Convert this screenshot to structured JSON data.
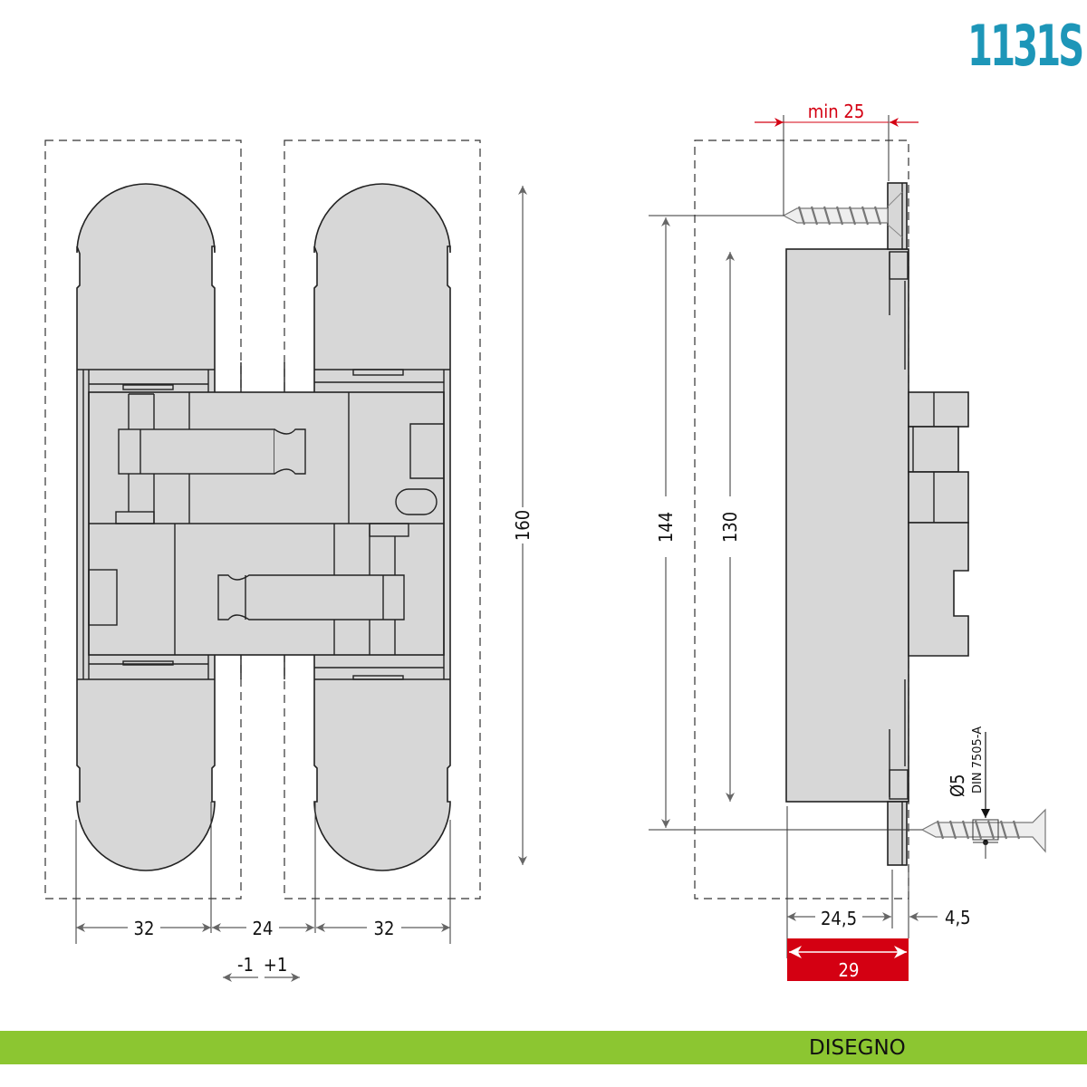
{
  "logo": "1131S",
  "footer": {
    "label": "DISEGNO"
  },
  "colors": {
    "accent": "#1d96b8",
    "footer": "#8cc631",
    "highlight": "#d40012",
    "part": "#d7d7d7"
  },
  "front_view": {
    "height": "160",
    "widths": [
      "32",
      "24",
      "32"
    ],
    "adjust_minus": "-1",
    "adjust_plus": "+1"
  },
  "side_view": {
    "min_depth": "min 25",
    "screw_spacing": "144",
    "body_length": "130",
    "body_depth": "24,5",
    "plate_thickness": "4,5",
    "total_depth": "29",
    "screw_diameter": "Ø5",
    "screw_standard": "DIN 7505-A"
  }
}
